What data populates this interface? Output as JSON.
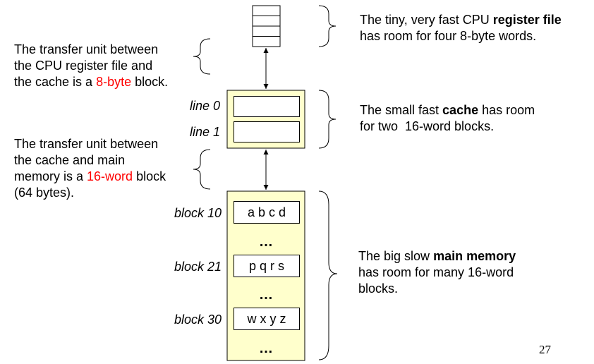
{
  "colors": {
    "box_fill": "#ffffcc",
    "highlight": "#ff0000"
  },
  "register_file_text": {
    "line1_prefix": "The tiny, very fast CPU ",
    "line1_bold": "register file",
    "line2": "has room for four 8-byte words."
  },
  "transfer_reg_cache": {
    "line1": "The transfer unit between",
    "line2": "the CPU register file and",
    "line3_prefix": "the cache is a ",
    "line3_red": "8-byte",
    "line3_suffix": " block."
  },
  "cache": {
    "line_labels": [
      "line 0",
      "line 1"
    ],
    "desc_line1_prefix": "The small fast ",
    "desc_line1_bold": "cache",
    "desc_line1_suffix": " has room",
    "desc_line2": "for two  16-word blocks."
  },
  "transfer_cache_mem": {
    "line1": "The transfer unit between",
    "line2": "the cache and main",
    "line3_prefix": "memory is a ",
    "line3_red": "16-word",
    "line3_suffix": " block",
    "line4": "(64 bytes)."
  },
  "memory": {
    "blocks": [
      {
        "label": "block 10",
        "content": "a b c d"
      },
      {
        "label": "block 21",
        "content": "p q r s"
      },
      {
        "label": "block 30",
        "content": "w x y z"
      }
    ],
    "ellipsis": "…",
    "desc_line1_prefix": "The big slow ",
    "desc_line1_bold": "main memory",
    "desc_line2": "has room for many 16-word",
    "desc_line3": "blocks."
  },
  "page_number": "27"
}
